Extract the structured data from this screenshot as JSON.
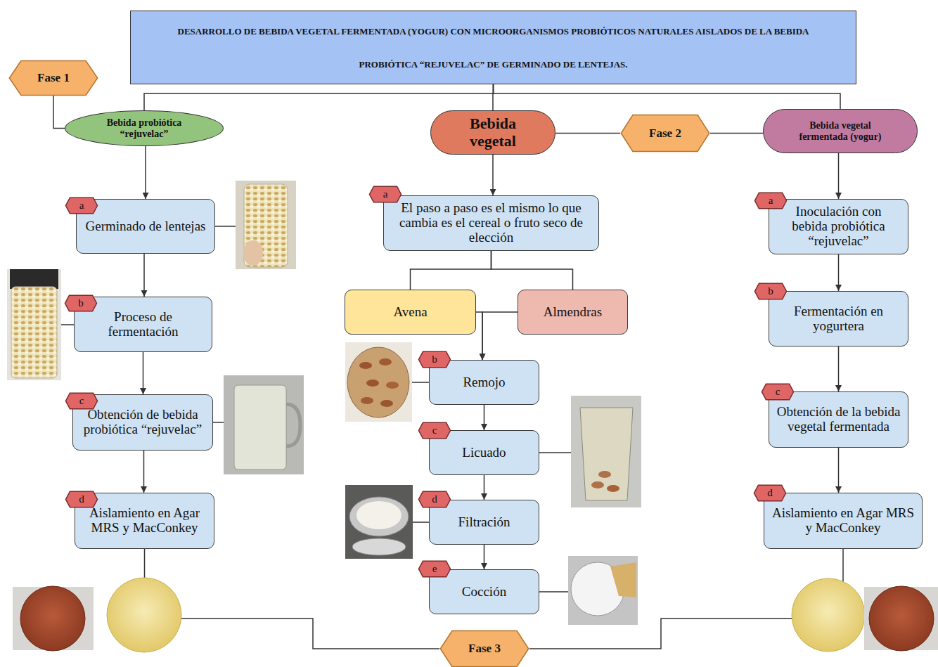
{
  "diagram": {
    "nodes": [
      {
        "text": [
          "DESARROLLO DE BEBIDA VEGETAL FERMENTADA (YOGUR) CON MICROORGANISMOS PROBIÓTICOS NATURALES AISLADOS DE LA BEBIDA PROBIÓTICA “REJUVELAC” DE GERMINADO DE LENTEJAS."
        ]
      },
      {
        "text": [
          "Fase 1"
        ]
      },
      {
        "text": [
          "Bebida probiótica “rejuvelac”"
        ]
      },
      {
        "text": [
          "Bebida vegetal"
        ]
      },
      {
        "text": [
          "Fase 2"
        ]
      },
      {
        "text": [
          "Bebida vegetal fermentada (yogur)"
        ]
      },
      {
        "text": [
          "a"
        ]
      },
      {
        "text": [
          "Germinado de lentejas"
        ]
      },
      {
        "text": [
          "b"
        ]
      },
      {
        "text": [
          "Proceso de fermentación"
        ]
      },
      {
        "text": [
          "c"
        ]
      },
      {
        "text": [
          "Obtención de bebida probiótica “rejuvelac”"
        ]
      },
      {
        "text": [
          "d"
        ]
      },
      {
        "text": [
          "Aislamiento en Agar MRS y MacConkey"
        ]
      },
      {
        "text": [
          "a"
        ]
      },
      {
        "text": [
          "El paso a paso es el mismo lo que cambia es el cereal o fruto seco de elección"
        ]
      },
      {
        "text": [
          "Avena"
        ]
      },
      {
        "text": [
          "Almendras"
        ]
      },
      {
        "text": [
          "b"
        ]
      },
      {
        "text": [
          "Remojo"
        ]
      },
      {
        "text": [
          "c"
        ]
      },
      {
        "text": [
          "Licuado"
        ]
      },
      {
        "text": [
          "d"
        ]
      },
      {
        "text": [
          "Filtración"
        ]
      },
      {
        "text": [
          "e"
        ]
      },
      {
        "text": [
          "Cocción"
        ]
      },
      {
        "text": [
          "a"
        ]
      },
      {
        "text": [
          "Inoculación con bebida probiótica “rejuvelac”"
        ]
      },
      {
        "text": [
          "b"
        ]
      },
      {
        "text": [
          "Fermentación en yogurtera"
        ]
      },
      {
        "text": [
          "c"
        ]
      },
      {
        "text": [
          "Obtención de la bebida vegetal fermentada"
        ]
      },
      {
        "text": [
          "d"
        ]
      },
      {
        "text": [
          "Aislamiento en Agar MRS y MacConkey"
        ]
      },
      {
        "text": [
          "Fase 3"
        ]
      }
    ],
    "edges": [
      {
        "from": 0,
        "to": 2,
        "arrow": "none"
      },
      {
        "from": 0,
        "to": 3,
        "arrow": "none"
      },
      {
        "from": 0,
        "to": 5,
        "arrow": "none"
      },
      {
        "from": 1,
        "to": 2,
        "arrow": "none"
      },
      {
        "from": 3,
        "to": 4,
        "arrow": "none"
      },
      {
        "from": 4,
        "to": 5,
        "arrow": "none"
      },
      {
        "from": 2,
        "to": 7,
        "arrow": "to"
      },
      {
        "from": 7,
        "to": 9,
        "arrow": "to"
      },
      {
        "from": 9,
        "to": 11,
        "arrow": "to"
      },
      {
        "from": 11,
        "to": 13,
        "arrow": "to"
      },
      {
        "from": 3,
        "to": 15,
        "arrow": "to"
      },
      {
        "from": 15,
        "to": 16,
        "arrow": "none"
      },
      {
        "from": 15,
        "to": 17,
        "arrow": "none"
      },
      {
        "from": 16,
        "to": 19,
        "arrow": "to"
      },
      {
        "from": 17,
        "to": 19,
        "arrow": "to"
      },
      {
        "from": 19,
        "to": 21,
        "arrow": "to"
      },
      {
        "from": 21,
        "to": 23,
        "arrow": "to"
      },
      {
        "from": 23,
        "to": 25,
        "arrow": "to"
      },
      {
        "from": 5,
        "to": 27,
        "arrow": "to"
      },
      {
        "from": 27,
        "to": 29,
        "arrow": "to"
      },
      {
        "from": 29,
        "to": 31,
        "arrow": "to"
      },
      {
        "from": 31,
        "to": 33,
        "arrow": "to"
      },
      {
        "from": 13,
        "to": 34,
        "arrow": "none"
      },
      {
        "from": 33,
        "to": 34,
        "arrow": "none"
      }
    ]
  }
}
